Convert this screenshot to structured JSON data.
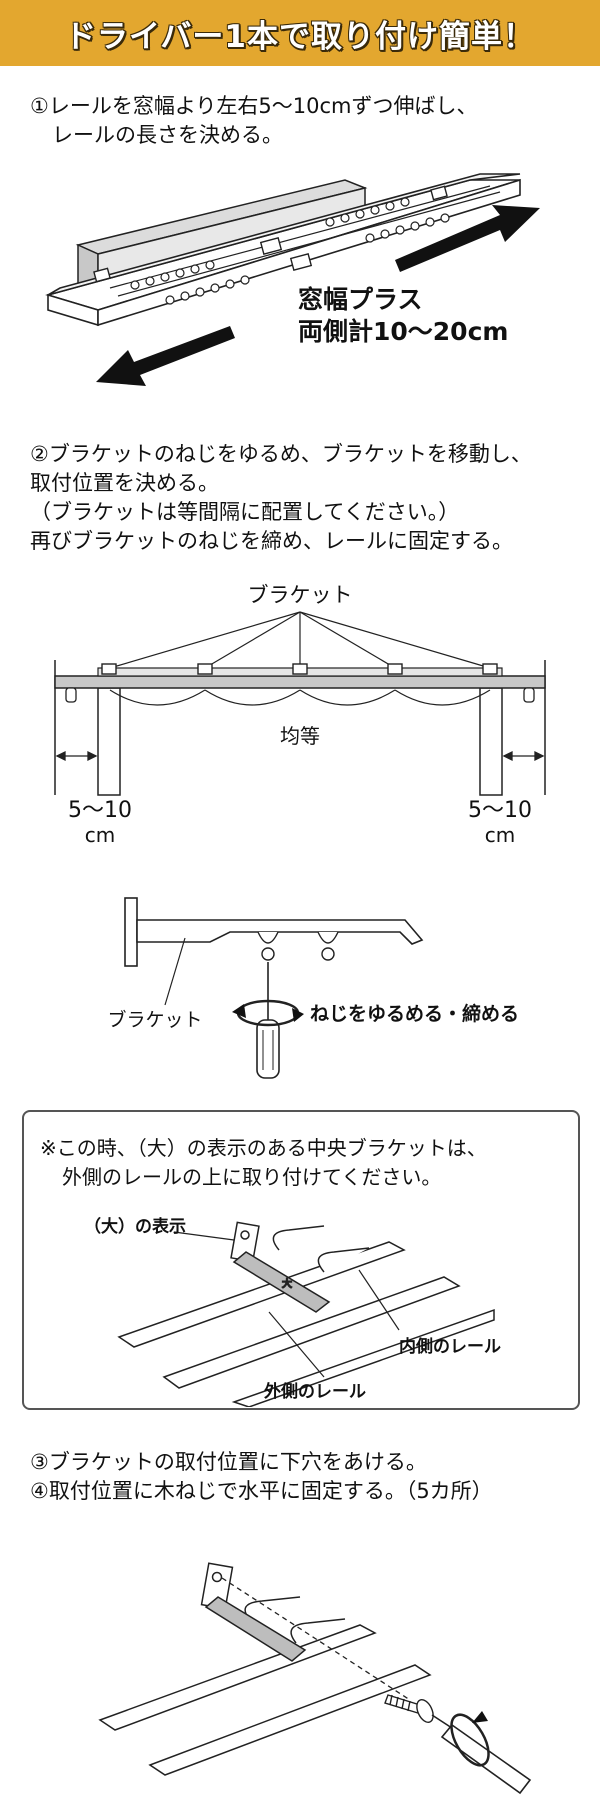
{
  "header": {
    "title": "ドライバー1本で取り付け簡単！"
  },
  "step1": {
    "line1": "①レールを窓幅より左右5〜10cmずつ伸ばし、",
    "line2": "レールの長さを決める。",
    "callout_line1": "窓幅プラス",
    "callout_line2": "両側計10〜20cm"
  },
  "step2": {
    "line1": "②ブラケットのねじをゆるめ、ブラケットを移動し、",
    "line2": "取付位置を決める。",
    "line3": "（ブラケットは等間隔に配置してください。）",
    "line4": "再びブラケットのねじを締め、レールに固定する。"
  },
  "diagram2": {
    "bracket_label": "ブラケット",
    "equal_label": "均等",
    "left_dim": "5〜10",
    "left_unit": "cm",
    "right_dim": "5〜10",
    "right_unit": "cm"
  },
  "diagram3": {
    "bracket_label": "ブラケット",
    "screw_label": "ねじをゆるめる・締める"
  },
  "note": {
    "line1": "※この時、（大）の表示のある中央ブラケットは、",
    "line2": "外側のレールの上に取り付けてください。",
    "label_mark": "（大）の表示",
    "label_inner": "内側のレール",
    "label_outer": "外側のレール",
    "mark_char": "大"
  },
  "step3": {
    "line1": "③ブラケットの取付位置に下穴をあける。",
    "line2": "④取付位置に木ねじで水平に固定する。（5カ所）"
  }
}
